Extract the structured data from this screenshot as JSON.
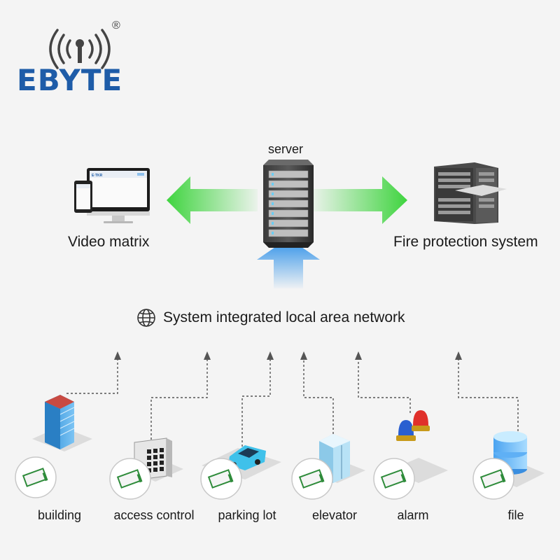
{
  "brand": {
    "name": "EBYTE",
    "registered_mark": "®",
    "color": "#1e5ca8"
  },
  "top": {
    "server_label": "server",
    "left_label": "Video matrix",
    "right_label": "Fire protection system",
    "monitor_brand": "E·TKR"
  },
  "network": {
    "label": "System integrated local area network",
    "icon": "globe-icon"
  },
  "devices": [
    {
      "label": "building",
      "icon": "building-icon"
    },
    {
      "label": "access control",
      "icon": "keypad-icon"
    },
    {
      "label": "parking lot",
      "icon": "car-icon"
    },
    {
      "label": "elevator",
      "icon": "elevator-icon"
    },
    {
      "label": "alarm",
      "icon": "siren-icon"
    },
    {
      "label": "file",
      "icon": "database-icon"
    }
  ],
  "colors": {
    "green_arrow": "#3fd43f",
    "blue_arrow": "#2b8fe8",
    "text": "#1a1a1a"
  }
}
